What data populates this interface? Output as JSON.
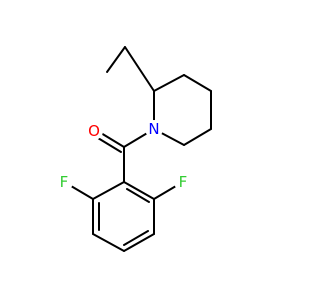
{
  "molecule": {
    "atoms": {
      "nitrogen": {
        "symbol": "N",
        "color": "#0000ff"
      },
      "oxygen": {
        "symbol": "O",
        "color": "#ff0000"
      },
      "fluorine_left": {
        "symbol": "F",
        "color": "#33cc33"
      },
      "fluorine_right": {
        "symbol": "F",
        "color": "#33cc33"
      }
    },
    "bond_color": "#000000"
  }
}
